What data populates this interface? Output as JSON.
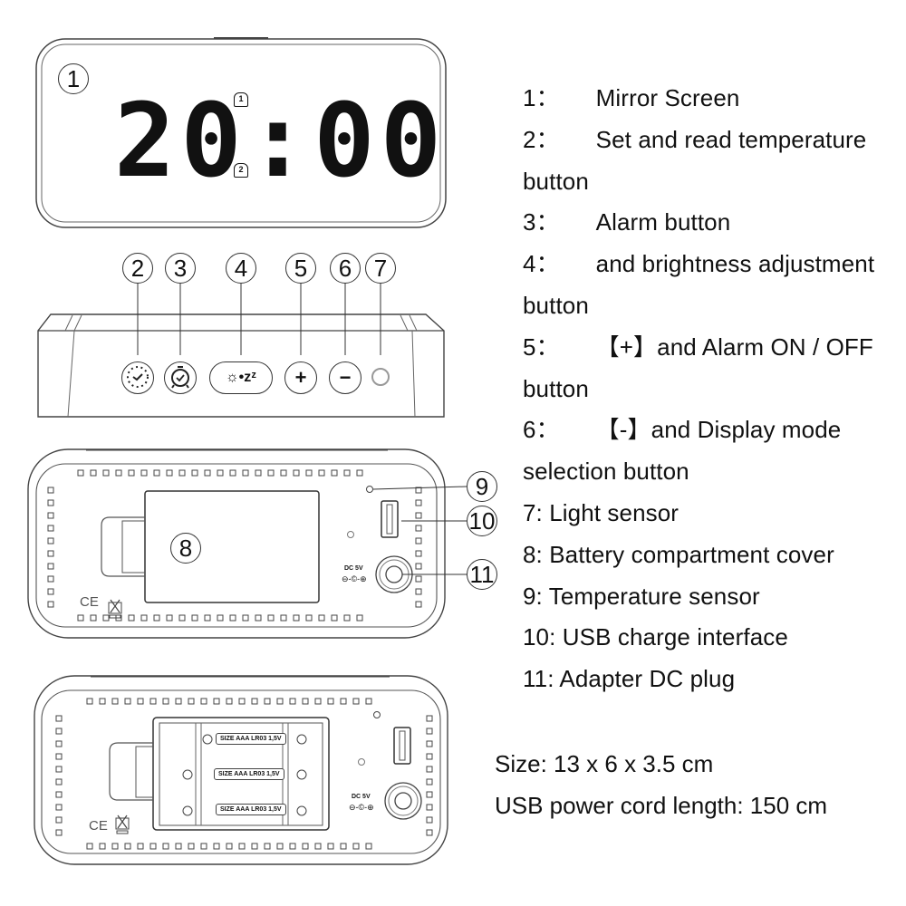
{
  "front_view": {
    "display_time": "20:00",
    "alarm_indicators": [
      "1",
      "2"
    ],
    "callout": "1"
  },
  "top_view": {
    "callouts": [
      "2",
      "3",
      "4",
      "5",
      "6",
      "7"
    ],
    "buttons": [
      {
        "id": "2",
        "icon": "clock-icon"
      },
      {
        "id": "3",
        "icon": "alarm-clock-icon"
      },
      {
        "id": "4",
        "icon": "brightness-snooze-icon",
        "text": "☼•zᶻ"
      },
      {
        "id": "5",
        "icon": "plus-icon",
        "text": "+"
      },
      {
        "id": "6",
        "icon": "minus-icon",
        "text": "−"
      },
      {
        "id": "7",
        "icon": "light-sensor-icon"
      }
    ]
  },
  "back_view_closed": {
    "callouts": [
      "8",
      "9",
      "10",
      "11"
    ],
    "dc_label": "DC 5V",
    "marks": [
      "CE",
      "weee-bin"
    ]
  },
  "back_view_open": {
    "battery_labels": [
      "SIZE AAA LR03 1,5V",
      "SIZE AAA LR03 1,5V",
      "SIZE AAA LR03 1,5V"
    ],
    "dc_label": "DC 5V"
  },
  "legend": [
    {
      "num": "1：",
      "text": "Mirror Screen"
    },
    {
      "num": "2：",
      "text": "Set and read temperature"
    },
    {
      "num": "",
      "text": "button",
      "continuation": true
    },
    {
      "num": "3：",
      "text": "Alarm button"
    },
    {
      "num": "4：",
      "text": "and brightness adjustment"
    },
    {
      "num": "",
      "text": "button",
      "continuation": true
    },
    {
      "num": "5：",
      "text": "【+】and Alarm ON / OFF"
    },
    {
      "num": "",
      "text": "button",
      "continuation": true
    },
    {
      "num": "6：",
      "text": "【-】and Display mode"
    },
    {
      "num": "",
      "text": "selection button",
      "continuation": true
    },
    {
      "num": "7: ",
      "text": "Light sensor"
    },
    {
      "num": "8: ",
      "text": "Battery compartment cover"
    },
    {
      "num": "9: ",
      "text": "Temperature sensor"
    },
    {
      "num": "10: ",
      "text": "USB charge interface"
    },
    {
      "num": "11: ",
      "text": "Adapter DC plug"
    }
  ],
  "specs": {
    "size": "Size: 13 x 6 x 3.5 cm",
    "cord": "USB power cord length: 150 cm"
  },
  "colors": {
    "line": "#333333",
    "text": "#111111",
    "background": "#ffffff"
  }
}
